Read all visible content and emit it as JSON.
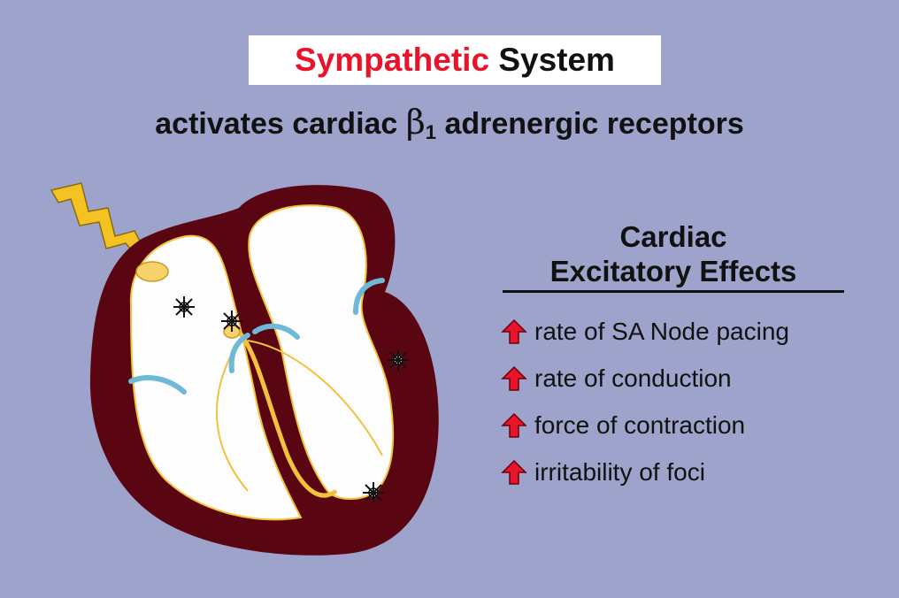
{
  "title": {
    "accent_word": "Sympathetic",
    "rest": "System"
  },
  "subtitle": {
    "prefix": "activates cardiac",
    "symbol": "β",
    "subscript": "1",
    "suffix": "adrenergic receptors"
  },
  "effects": {
    "heading_line1": "Cardiac",
    "heading_line2": "Excitatory Effects",
    "items": [
      {
        "label": "rate of SA Node pacing",
        "icon": "red-up-arrow-icon"
      },
      {
        "label": "rate of conduction",
        "icon": "red-up-arrow-icon"
      },
      {
        "label": "force of contraction",
        "icon": "red-up-arrow-icon"
      },
      {
        "label": "irritability of foci",
        "icon": "red-up-arrow-icon"
      }
    ]
  },
  "colors": {
    "background": "#9ea3cc",
    "accent_red": "#e8142c",
    "heart_wall": "#5a0612",
    "conduction_yellow": "#f2c23c",
    "valve_blue": "#6fb9d8",
    "lightning": "#f5c223"
  }
}
